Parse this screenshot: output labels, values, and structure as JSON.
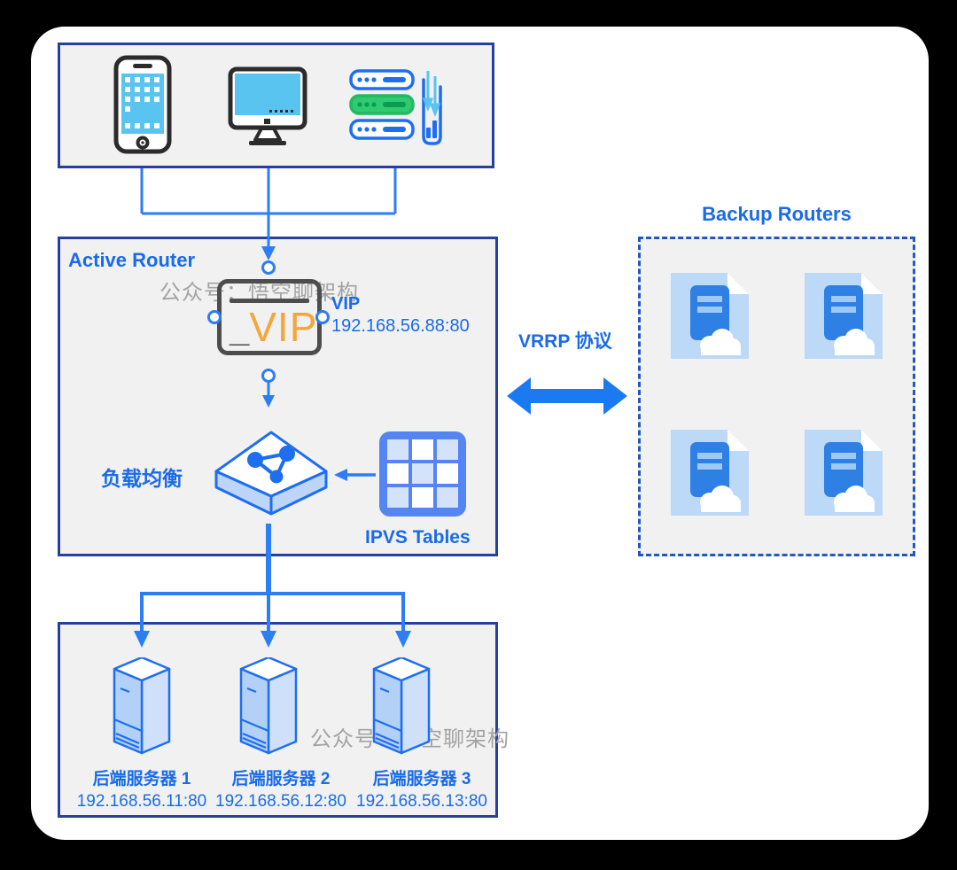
{
  "colors": {
    "outer_bg": "#000000",
    "card_bg": "#ffffff",
    "box_fill": "#f1f1f2",
    "box_border": "#24419e",
    "dashed_border": "#2456c0",
    "line_blue": "#2d7df5",
    "text_blue": "#1a6be8",
    "icon_blue": "#1e6ef0",
    "icon_light_blue": "#bcd5f8",
    "screen_cyan": "#59c4f0",
    "green": "#2ecb70",
    "vip_orange": "#f2a73d",
    "terminal_gray": "#4d4d4d",
    "watermark_gray": "#a3a3a3"
  },
  "watermark": {
    "text": "公众号：悟空聊架构"
  },
  "clients": {
    "icons": [
      "smartphone-icon",
      "desktop-icon",
      "server-rack-icon",
      "traffic-stats-icon"
    ]
  },
  "active_router": {
    "label": "Active Router",
    "vip": {
      "cursor": "_",
      "text": "VIP",
      "side_label": "VIP",
      "address": "192.168.56.88:80"
    },
    "load_balancer_label": "负载均衡",
    "ipvs_label": "IPVS Tables"
  },
  "vrrp": {
    "label": "VRRP 协议"
  },
  "backup_routers": {
    "title": "Backup Routers",
    "router_count": 4
  },
  "backend": {
    "servers": [
      {
        "label": "后端服务器 1",
        "address": "192.168.56.11:80"
      },
      {
        "label": "后端服务器 2",
        "address": "192.168.56.12:80"
      },
      {
        "label": "后端服务器 3",
        "address": "192.168.56.13:80"
      }
    ]
  }
}
